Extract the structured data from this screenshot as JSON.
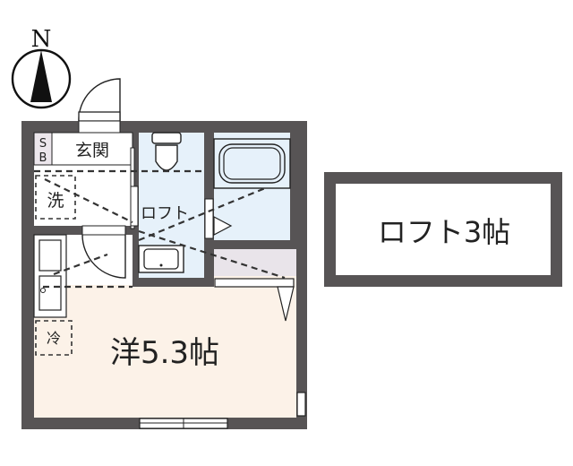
{
  "compass": {
    "label": "N"
  },
  "floor_plan": {
    "rooms": {
      "sb": {
        "label_top": "S",
        "label_bottom": "B"
      },
      "entrance": {
        "label": "玄関"
      },
      "laundry": {
        "label": "洗"
      },
      "loft_marker": {
        "label": "ロフト"
      },
      "fridge": {
        "label": "冷"
      },
      "western_room": {
        "label": "洋5.3帖"
      }
    },
    "loft_plan": {
      "label": "ロフト3帖"
    }
  },
  "colors": {
    "wall": "#575455",
    "wet_area": "#e6f1fa",
    "living_floor": "#fcf2e8",
    "storage": "#e9e4ea",
    "sb": "#ece6ec"
  }
}
